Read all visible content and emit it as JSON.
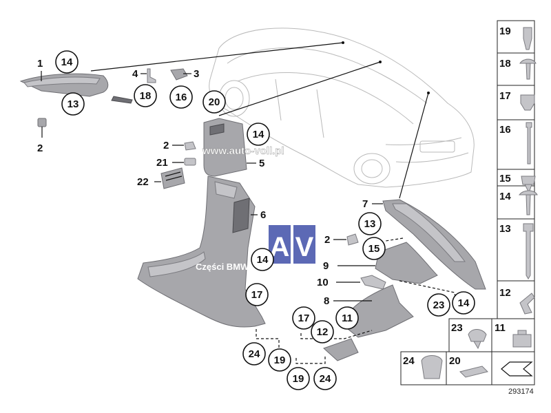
{
  "diagram": {
    "watermark_url": "www.auto-voll.pl",
    "watermark_badge_left": "A",
    "watermark_badge_right": "V",
    "watermark_text": "Części BMW",
    "catalog_code": "293174"
  },
  "labels": {
    "p1": "1",
    "p2a": "2",
    "p2b": "2",
    "p2c": "2",
    "p3": "3",
    "p4": "4",
    "p5": "5",
    "p6": "6",
    "p7": "7",
    "p8": "8",
    "p9": "9",
    "p10": "10",
    "p21": "21",
    "p22": "22"
  },
  "circles": {
    "c14a": "14",
    "c13a": "13",
    "c18a": "18",
    "c16a": "16",
    "c20a": "20",
    "c14b": "14",
    "c14c": "14",
    "c13b": "13",
    "c15a": "15",
    "c17a": "17",
    "c24a": "24",
    "c19a": "19",
    "c17b": "17",
    "c12a": "12",
    "c11a": "11",
    "c19b": "19",
    "c24b": "24",
    "c23a": "23",
    "c14d": "14"
  },
  "sidebar": {
    "s19": "19",
    "s18": "18",
    "s17": "17",
    "s16": "16",
    "s15": "15",
    "s14": "14",
    "s13": "13",
    "s12": "12",
    "s23": "23",
    "s11": "11",
    "s24": "24",
    "s20": "20"
  },
  "colors": {
    "part_fill": "#a7a7ab",
    "watermark_badge": "#3f4fa8"
  }
}
